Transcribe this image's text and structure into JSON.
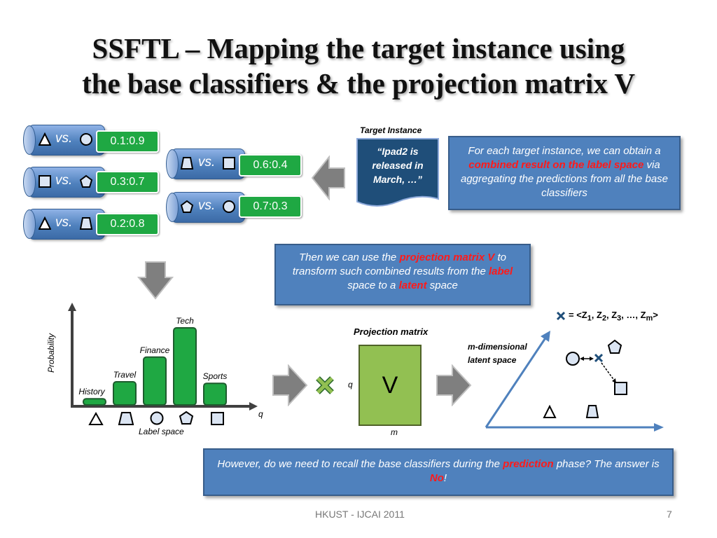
{
  "title": {
    "line1": "SSFTL – Mapping the target instance using",
    "line2": "the base classifiers & the projection matrix V"
  },
  "classifiers": [
    {
      "vs": "vs.",
      "ratio": "0.1:0.9"
    },
    {
      "vs": "vs.",
      "ratio": "0.3:0.7"
    },
    {
      "vs": "vs.",
      "ratio": "0.2:0.8"
    },
    {
      "vs": "vs.",
      "ratio": "0.6:0.4"
    },
    {
      "vs": "vs.",
      "ratio": "0.7:0.3"
    }
  ],
  "target": {
    "label": "Target Instance",
    "text": "“Ipad2 is released in March, …”"
  },
  "box1": {
    "pre": "For each target instance, we can obtain a ",
    "highlight": "combined result on the label space",
    "post": " via aggregating the predictions from all the base classifiers"
  },
  "box2": {
    "pre": "Then we can use the ",
    "h1": "projection matrix V",
    "mid1": " to transform such combined results from the ",
    "h2": "label",
    "mid2": " space to a ",
    "h3": "latent",
    "post": " space"
  },
  "chart_data": {
    "type": "bar",
    "categories": [
      "History",
      "Travel",
      "Finance",
      "Tech",
      "Sports"
    ],
    "values": [
      0.08,
      0.3,
      0.62,
      1.0,
      0.28
    ],
    "ylabel": "Probability",
    "xlabel": "q",
    "caption": "Label space"
  },
  "projection": {
    "label": "Projection matrix",
    "matrix": "V",
    "q": "q",
    "m": "m"
  },
  "latent": {
    "legend_prefix": "= <Z",
    "legend_sep": ", Z",
    "legend_mid": ", …, Z",
    "legend_end": ">",
    "sub1": "1",
    "sub2": "2",
    "sub3": "3",
    "subm": "m",
    "label_line1": "m-dimensional",
    "label_line2": "latent space"
  },
  "box3": {
    "pre": "However, do we need to recall the base classifiers during the ",
    "h1": "prediction",
    "mid": " phase? The answer is ",
    "h2": "No",
    "post": "!"
  },
  "footer": {
    "center": "HKUST - IJCAI 2011",
    "page": "7"
  },
  "colors": {
    "accent_blue": "#4f81bd",
    "ratio_green": "#1fa843",
    "bar_green": "#1fa843",
    "matrix_green": "#92c052",
    "highlight_red": "#ff1a1a",
    "arrow_gray": "#7f7f7f"
  }
}
